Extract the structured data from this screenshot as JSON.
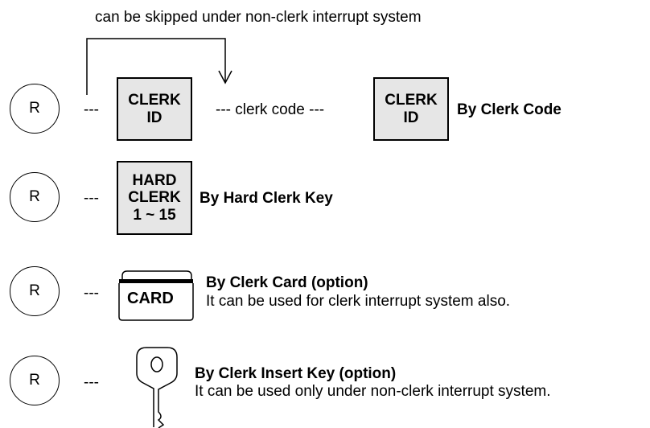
{
  "top_note": "can be skipped under non-clerk interrupt system",
  "rows": [
    {
      "start_key": "R",
      "connector": "---",
      "key1_lines": [
        "CLERK",
        "ID"
      ],
      "middle_text": "--- clerk code ---",
      "key2_lines": [
        "CLERK",
        "ID"
      ],
      "title": "By Clerk Code"
    },
    {
      "start_key": "R",
      "connector": "---",
      "key_lines": [
        "HARD",
        "CLERK",
        "1 ~ 15"
      ],
      "title": "By Hard Clerk Key"
    },
    {
      "start_key": "R",
      "connector": "---",
      "card_label": "CARD",
      "title": "By Clerk Card (option)",
      "description": "It can be used for clerk interrupt system also."
    },
    {
      "start_key": "R",
      "connector": "---",
      "icon": "key-icon",
      "title": "By Clerk Insert Key (option)",
      "description": "It can be used only under non-clerk interrupt system."
    }
  ]
}
